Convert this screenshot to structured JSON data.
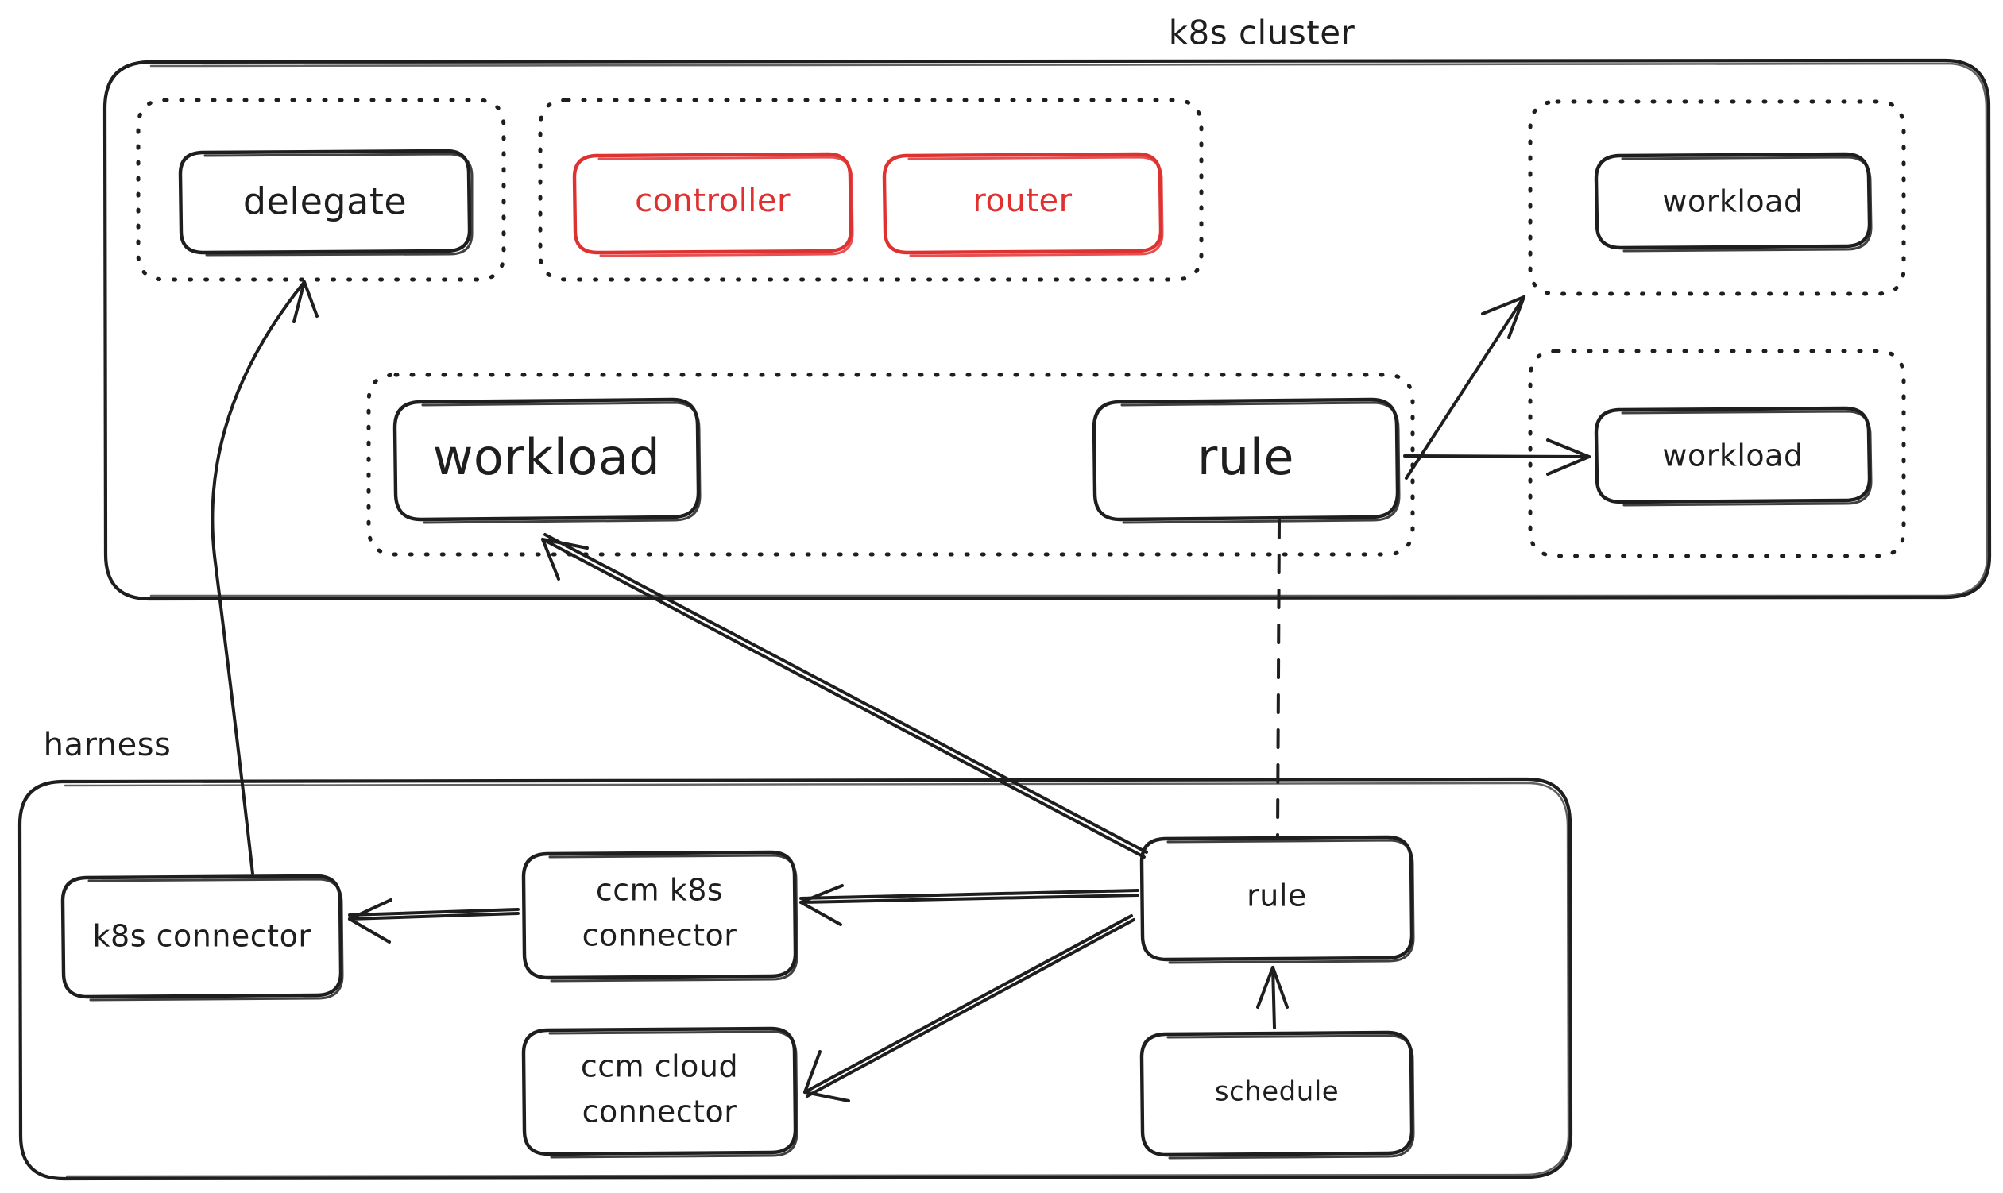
{
  "diagram": {
    "title": "k8s cluster / harness architecture",
    "style": "hand-drawn",
    "background": "#ffffff",
    "colors": {
      "stroke": "#1e1e1e",
      "accent_red": "#e03131",
      "fill": "#ffffff"
    }
  },
  "containers": [
    {
      "id": "k8s-cluster",
      "label": "k8s cluster",
      "label_position": "top-center",
      "stroke": "#1e1e1e",
      "style": "solid"
    },
    {
      "id": "harness",
      "label": "harness",
      "label_position": "top-left",
      "stroke": "#1e1e1e",
      "style": "solid"
    }
  ],
  "groups": [
    {
      "id": "group-delegate",
      "style": "dotted",
      "parent": "k8s-cluster"
    },
    {
      "id": "group-controller-router",
      "style": "dotted",
      "parent": "k8s-cluster"
    },
    {
      "id": "group-workload-top-right",
      "style": "dotted",
      "parent": "k8s-cluster"
    },
    {
      "id": "group-workload-rule",
      "style": "dotted",
      "parent": "k8s-cluster"
    },
    {
      "id": "group-workload-bottom-right",
      "style": "dotted",
      "parent": "k8s-cluster"
    }
  ],
  "nodes": [
    {
      "id": "delegate",
      "label": "delegate",
      "color": "#1e1e1e",
      "group": "group-delegate",
      "font_size": 46
    },
    {
      "id": "controller",
      "label": "controller",
      "color": "#e03131",
      "group": "group-controller-router",
      "font_size": 40
    },
    {
      "id": "router",
      "label": "router",
      "color": "#e03131",
      "group": "group-controller-router",
      "font_size": 40
    },
    {
      "id": "workload-top-right",
      "label": "workload",
      "color": "#1e1e1e",
      "group": "group-workload-top-right",
      "font_size": 38
    },
    {
      "id": "workload-main",
      "label": "workload",
      "color": "#1e1e1e",
      "group": "group-workload-rule",
      "font_size": 62
    },
    {
      "id": "rule-cluster",
      "label": "rule",
      "color": "#1e1e1e",
      "group": "group-workload-rule",
      "font_size": 62
    },
    {
      "id": "workload-bottom-right",
      "label": "workload",
      "color": "#1e1e1e",
      "group": "group-workload-bottom-right",
      "font_size": 38
    },
    {
      "id": "k8s-connector",
      "label": "k8s connector",
      "color": "#1e1e1e",
      "group": "harness",
      "font_size": 38
    },
    {
      "id": "ccm-k8s-connector",
      "label_line1": "ccm k8s",
      "label_line2": "connector",
      "color": "#1e1e1e",
      "group": "harness",
      "font_size": 38
    },
    {
      "id": "ccm-cloud-connector",
      "label_line1": "ccm cloud",
      "label_line2": "connector",
      "color": "#1e1e1e",
      "group": "harness",
      "font_size": 38
    },
    {
      "id": "rule-harness",
      "label": "rule",
      "color": "#1e1e1e",
      "group": "harness",
      "font_size": 38
    },
    {
      "id": "schedule",
      "label": "schedule",
      "color": "#1e1e1e",
      "group": "harness",
      "font_size": 34
    }
  ],
  "edges": [
    {
      "id": "edge-k8sconnector-delegate",
      "from": "k8s-connector",
      "to": "delegate",
      "style": "solid",
      "arrow": "end"
    },
    {
      "id": "edge-rule-harness-workload-main",
      "from": "rule-harness",
      "to": "workload-main",
      "style": "solid",
      "arrow": "end"
    },
    {
      "id": "edge-rule-harness-ccm-k8s",
      "from": "rule-harness",
      "to": "ccm-k8s-connector",
      "style": "solid",
      "arrow": "end"
    },
    {
      "id": "edge-rule-harness-ccm-cloud",
      "from": "rule-harness",
      "to": "ccm-cloud-connector",
      "style": "solid",
      "arrow": "end"
    },
    {
      "id": "edge-ccm-k8s-k8sconnector",
      "from": "ccm-k8s-connector",
      "to": "k8s-connector",
      "style": "solid",
      "arrow": "end"
    },
    {
      "id": "edge-schedule-rule-harness",
      "from": "schedule",
      "to": "rule-harness",
      "style": "solid",
      "arrow": "end"
    },
    {
      "id": "edge-rule-cluster-workload-top-right",
      "from": "rule-cluster",
      "to": "workload-top-right",
      "style": "solid",
      "arrow": "end"
    },
    {
      "id": "edge-rule-cluster-workload-bottom-right",
      "from": "rule-cluster",
      "to": "workload-bottom-right",
      "style": "solid",
      "arrow": "end"
    },
    {
      "id": "edge-rule-cluster-rule-harness",
      "from": "rule-cluster",
      "to": "rule-harness",
      "style": "dashed",
      "arrow": "none"
    }
  ]
}
